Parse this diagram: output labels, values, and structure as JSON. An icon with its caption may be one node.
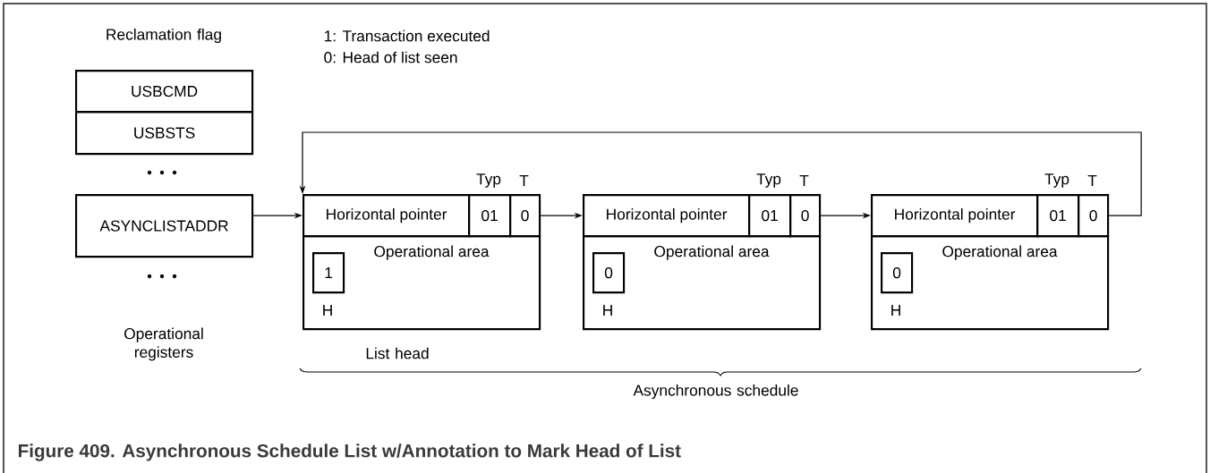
{
  "diagram": {
    "caption": "Figure 409.  Asynchronous Schedule List w/Annotation to Mark Head of List",
    "nodes": [
      {
        "text": [
          "USBCMD"
        ]
      },
      {
        "text": [
          "USBSTS"
        ]
      },
      {
        "text": [
          "ASYNCLISTADDR"
        ]
      },
      {
        "text": [
          "Horizontal pointer"
        ]
      },
      {
        "text": [
          "01"
        ],
        "beside": [
          "Typ"
        ]
      },
      {
        "text": [
          "0"
        ],
        "beside": [
          "T"
        ]
      },
      {
        "text": [
          "Operational area"
        ]
      },
      {
        "text": [
          "1"
        ],
        "beside": [
          "H"
        ],
        "in": 6
      },
      {
        "text": [
          "Horizontal pointer"
        ]
      },
      {
        "text": [
          "01"
        ],
        "beside": [
          "Typ"
        ]
      },
      {
        "text": [
          "0"
        ],
        "beside": [
          "T"
        ]
      },
      {
        "text": [
          "Operational area"
        ]
      },
      {
        "text": [
          "0"
        ],
        "beside": [
          "H"
        ],
        "in": 11
      },
      {
        "text": [
          "Horizontal pointer"
        ]
      },
      {
        "text": [
          "01"
        ],
        "beside": [
          "Typ"
        ]
      },
      {
        "text": [
          "0"
        ],
        "beside": [
          "T"
        ]
      },
      {
        "text": [
          "Operational area"
        ]
      },
      {
        "text": [
          "0"
        ],
        "beside": [
          "H"
        ],
        "in": 16
      }
    ],
    "edges": [
      {
        "from": 2,
        "to": 3,
        "arrow": "to"
      },
      {
        "from": 5,
        "to": 8,
        "arrow": "to"
      },
      {
        "from": 10,
        "to": 13,
        "arrow": "to"
      },
      {
        "from": 15,
        "to": 3,
        "arrow": "to"
      }
    ],
    "labels": [
      "Reclamation flag",
      "1: Transaction executed",
      "0: Head of list seen",
      "Operational registers",
      "List head",
      "Asynchronous schedule"
    ]
  }
}
